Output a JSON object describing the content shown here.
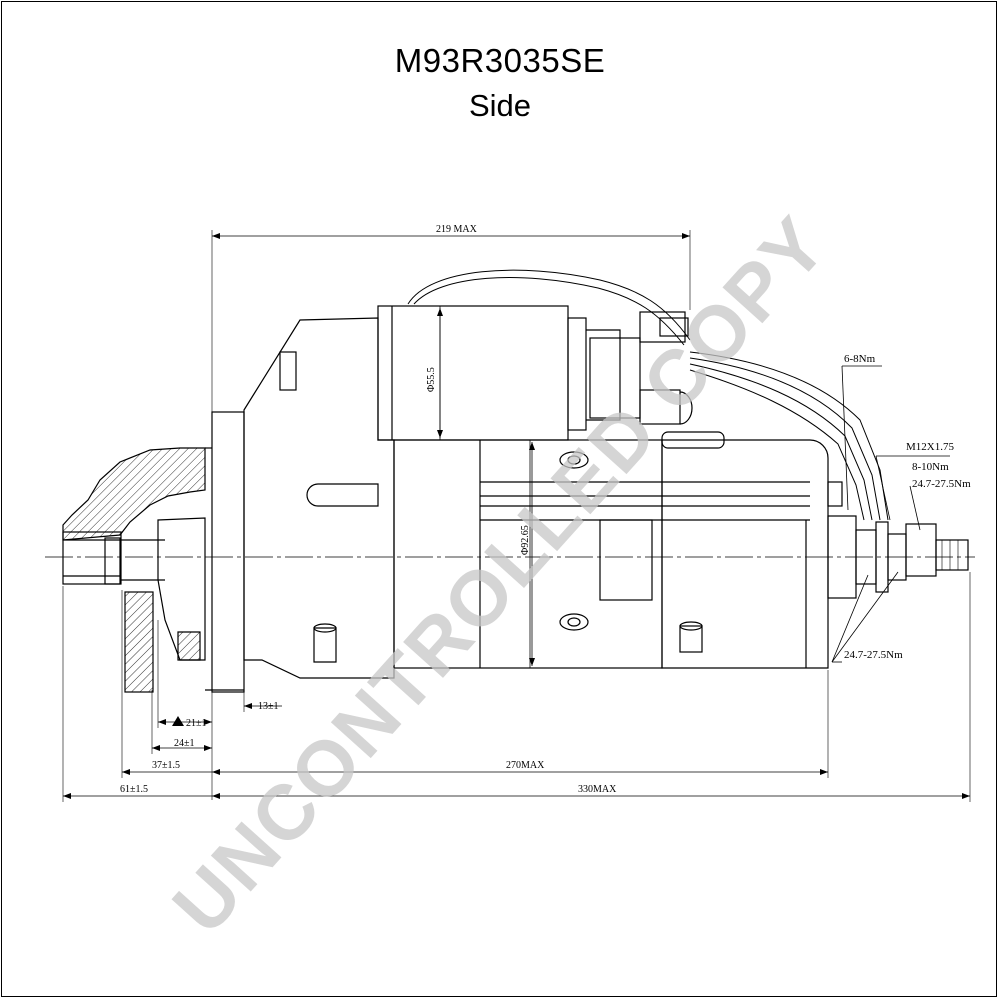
{
  "header": {
    "model": "M93R3035SE",
    "view": "Side"
  },
  "watermark": "UNCONTROLLED COPY",
  "dimensions": {
    "overall_height": "219 MAX",
    "solenoid_diameter": "Φ55.5",
    "motor_diameter": "Φ92.65",
    "flange_offset": "13±1",
    "pinion_1": "21±1",
    "pinion_2": "24±1",
    "pinion_3": "37±1.5",
    "nose_length": "61±1.5",
    "body_length": "270MAX",
    "total_length": "330MAX"
  },
  "callouts": {
    "small_terminal": "6-8Nm",
    "thread": "M12X1.75",
    "thread_torque": "8-10Nm",
    "terminal_torque_top": "24.7-27.5Nm",
    "terminal_torque_bottom": "24.7-27.5Nm"
  },
  "colors": {
    "line": "#000000",
    "watermark": "#c8c8c8"
  }
}
